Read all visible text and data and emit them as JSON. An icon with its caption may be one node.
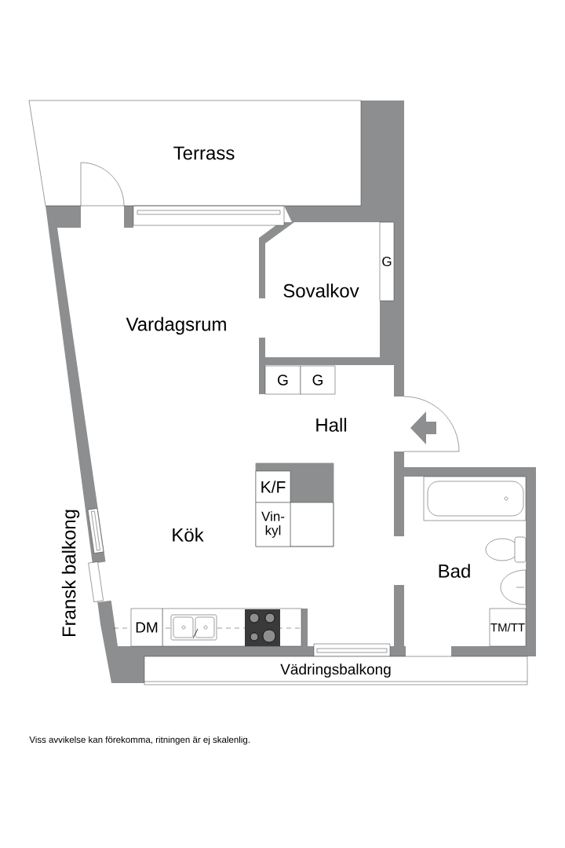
{
  "diagram": {
    "caption": "Viss avvikelse kan förekomma, ritningen är ej skalenlig.",
    "nodes": [
      {
        "text": [
          "Terrass"
        ]
      },
      {
        "text": [
          "G"
        ]
      },
      {
        "text": [
          "G"
        ]
      },
      {
        "text": [
          "G"
        ]
      },
      {
        "text": [
          "K/F"
        ]
      },
      {
        "text": [
          "Vin-kyl"
        ]
      },
      {
        "text": [
          "DM"
        ]
      },
      {
        "text": [
          "TM/TT"
        ]
      },
      {
        "text": [
          "Vädringsbalkong"
        ]
      }
    ],
    "labels": [
      "Sovalkov",
      "Vardagsrum",
      "Hall",
      "Kök",
      "Bad",
      "Fransk balkong"
    ]
  }
}
